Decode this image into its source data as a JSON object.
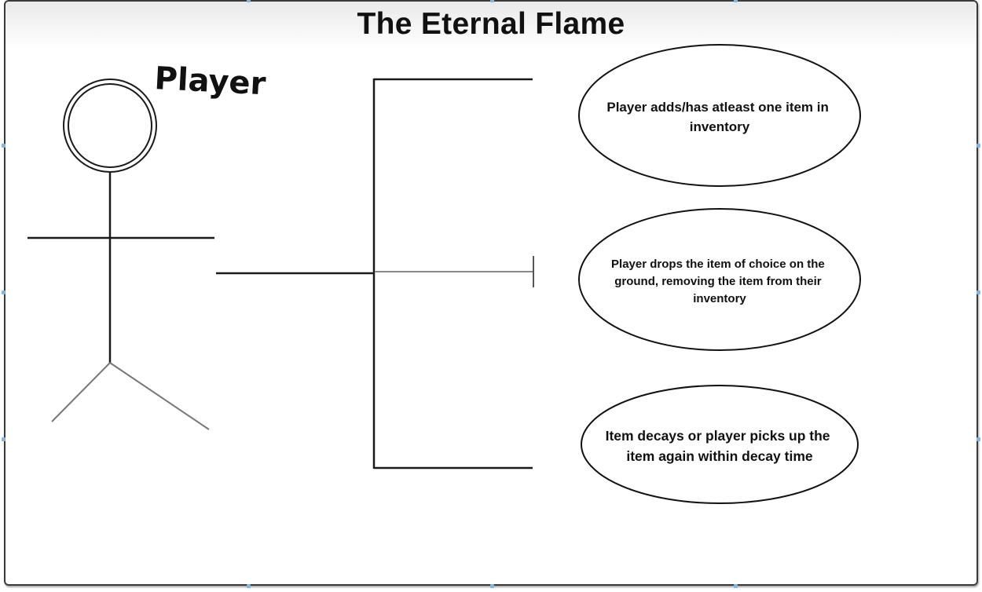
{
  "diagram": {
    "title": "The Eternal Flame",
    "actor": {
      "label": "Player"
    },
    "use_cases": [
      {
        "lines": [
          "Player adds/has atleast one item in",
          "inventory"
        ]
      },
      {
        "lines": [
          "Player drops the item of choice on the",
          "ground, removing the item from their",
          "inventory"
        ]
      },
      {
        "lines": [
          "Item decays or player picks up the",
          "item again within decay time"
        ]
      }
    ]
  }
}
